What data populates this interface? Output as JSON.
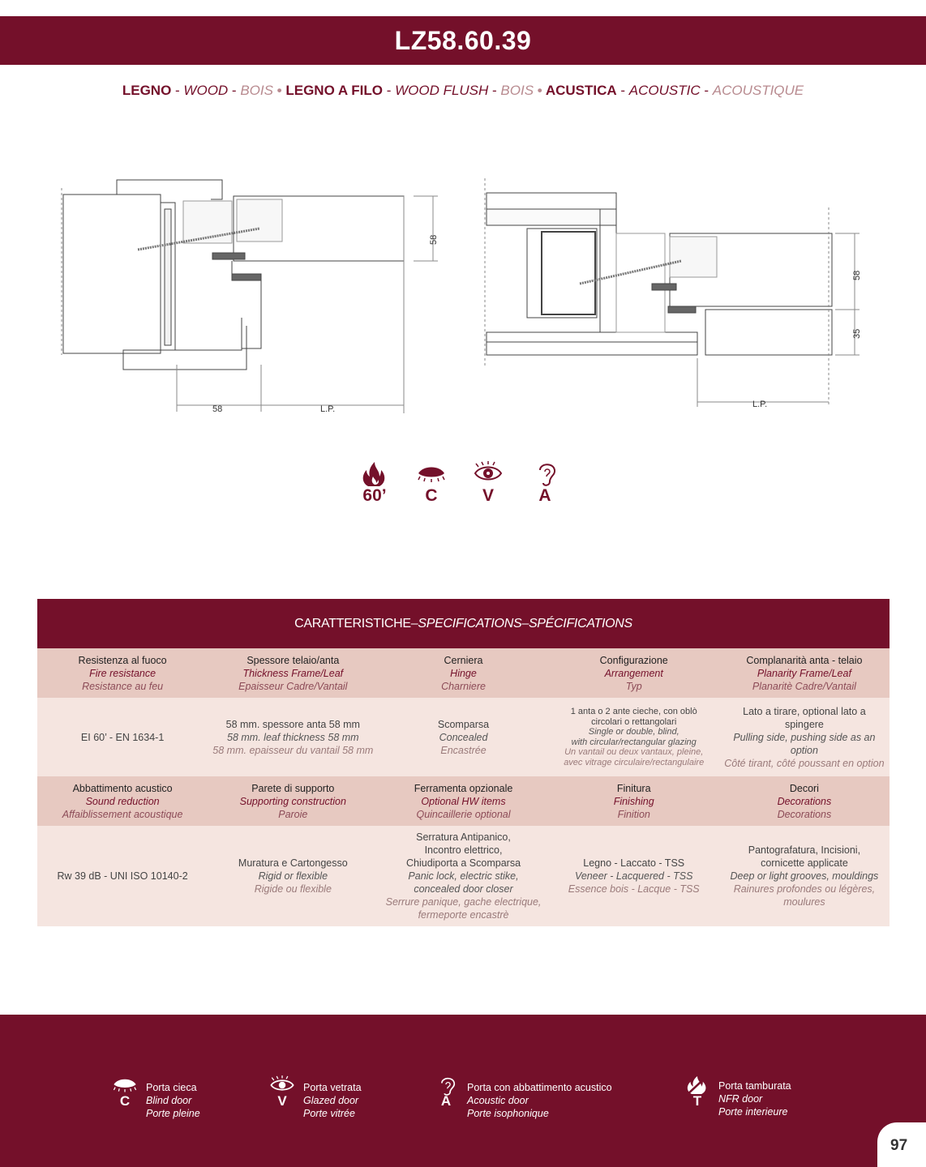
{
  "title": "LZ58.60.39",
  "subtitle": {
    "a1": "LEGNO",
    "a2": "WOOD",
    "a3": "BOIS",
    "b1": "LEGNO A FILO",
    "b2": "WOOD FLUSH",
    "b3": "BOIS",
    "c1": "ACUSTICA",
    "c2": "ACOUSTIC",
    "c3": "ACOUSTIQUE",
    "dash": " - ",
    "dot": " • "
  },
  "drawing": {
    "left_dim_a": "58",
    "left_dim_b": "L.P.",
    "left_dim_v": "58",
    "right_dim_v1": "58",
    "right_dim_v2": "35",
    "right_dim_b": "L.P."
  },
  "features": [
    {
      "icon": "fire-icon",
      "label": "60’"
    },
    {
      "icon": "blind-door-icon",
      "label": "C"
    },
    {
      "icon": "eye-icon",
      "label": "V"
    },
    {
      "icon": "ear-icon",
      "label": "A"
    }
  ],
  "spec": {
    "header": {
      "it": "CARATTERISTICHE",
      "sep": " – ",
      "en": "SPECIFICATIONS",
      "fr": "SPÉCIFICATIONS"
    },
    "row1_head": [
      {
        "l1": "Resistenza al fuoco",
        "l2": "Fire resistance",
        "l3": "Resistance au feu"
      },
      {
        "l1": "Spessore telaio/anta",
        "l2": "Thickness Frame/Leaf",
        "l3": "Epaisseur Cadre/Vantail"
      },
      {
        "l1": "Cerniera",
        "l2": "Hinge",
        "l3": "Charniere"
      },
      {
        "l1": "Configurazione",
        "l2": "Arrangement",
        "l3": "Typ"
      },
      {
        "l1": "Complanarità anta - telaio",
        "l2": "Planarity Frame/Leaf",
        "l3": "Planaritè Cadre/Vantail"
      }
    ],
    "row1_val": {
      "c1": "EI 60’ - EN 1634-1",
      "c2": {
        "l1": "58 mm. spessore anta 58 mm",
        "l2": "58 mm. leaf thickness 58 mm",
        "l3": "58 mm. epaisseur du vantail 58 mm"
      },
      "c3": {
        "l1": "Scomparsa",
        "l2": "Concealed",
        "l3": "Encastrée"
      },
      "c4": {
        "l1a": "1 anta o 2 ante cieche, con oblò",
        "l1b": "circolari o rettangolari",
        "l2a": "Single or double, blind,",
        "l2b": "with circular/rectangular glazing",
        "l3a": "Un vantail ou deux vantaux, pleine,",
        "l3b": "avec vitrage circulaire/rectangulaire"
      },
      "c5": {
        "l1": "Lato a tirare, optional lato a spingere",
        "l2": "Pulling side, pushing side as an option",
        "l3": "Côté tirant, côté poussant en option"
      }
    },
    "row2_head": [
      {
        "l1": "Abbattimento acustico",
        "l2": "Sound reduction",
        "l3": "Affaiblissement acoustique"
      },
      {
        "l1": "Parete di supporto",
        "l2": "Supporting construction",
        "l3": "Paroie"
      },
      {
        "l1": "Ferramenta opzionale",
        "l2": "Optional HW items",
        "l3": "Quincaillerie optional"
      },
      {
        "l1": "Finitura",
        "l2": "Finishing",
        "l3": "Finition"
      },
      {
        "l1": "Decori",
        "l2": "Decorations",
        "l3": "Decorations"
      }
    ],
    "row2_val": {
      "c1": "Rw 39 dB - UNI ISO 10140-2",
      "c2": {
        "l1": "Muratura e Cartongesso",
        "l2": "Rigid or flexible",
        "l3": "Rigide ou flexible"
      },
      "c3": {
        "l1a": "Serratura Antipanico,",
        "l1b": "Incontro elettrico,",
        "l1c": "Chiudiporta a Scomparsa",
        "l2a": "Panic lock, electric stike,",
        "l2b": "concealed door closer",
        "l3a": "Serrure panique, gache electrique,",
        "l3b": "fermeporte encastrè"
      },
      "c4": {
        "l1": "Legno - Laccato - TSS",
        "l2": "Veneer - Lacquered - TSS",
        "l3": "Essence bois - Lacque - TSS"
      },
      "c5": {
        "l1a": "Pantografatura, Incisioni,",
        "l1b": "cornicette applicate",
        "l2": "Deep or light grooves, mouldings",
        "l3a": "Rainures profondes ou légères,",
        "l3b": "moulures"
      }
    }
  },
  "legend": [
    {
      "icon": "blind-door-icon",
      "letter": "C",
      "it": "Porta cieca",
      "en": "Blind door",
      "fr": "Porte pleine"
    },
    {
      "icon": "eye-icon",
      "letter": "V",
      "it": "Porta vetrata",
      "en": "Glazed door",
      "fr": "Porte vitrée"
    },
    {
      "icon": "ear-icon",
      "letter": "A",
      "it": "Porta con abbattimento acustico",
      "en": "Acoustic door",
      "fr": "Porte isophonique"
    },
    {
      "icon": "no-fire-icon",
      "letter": "T",
      "it": "Porta tamburata",
      "en": "NFR door",
      "fr": "Porte interieure"
    }
  ],
  "page_number": "97",
  "colors": {
    "brand": "#74102a",
    "header_row": "#e7c9c1",
    "value_row": "#f5e5e0"
  }
}
